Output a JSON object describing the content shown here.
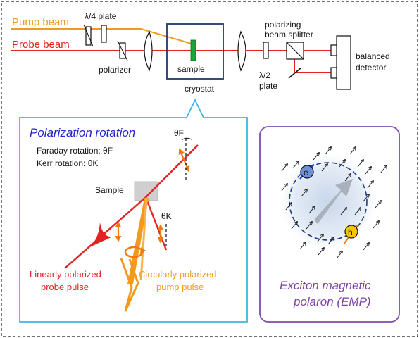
{
  "setup": {
    "pump_label": "Pump beam",
    "probe_label": "Probe beam",
    "quarter_wave_label": "λ/4 plate",
    "polarizer_label": "polarizer",
    "sample_label": "sample",
    "cryostat_label": "cryostat",
    "pbs_label_line1": "polarizing",
    "pbs_label_line2": "beam splitter",
    "half_wave_label_line1": "λ/2",
    "half_wave_label_line2": "plate",
    "detector_label_line1": "balanced",
    "detector_label_line2": "detector"
  },
  "rotation": {
    "title": "Polarization rotation",
    "faraday_text": "Faraday rotation: θF",
    "kerr_text": "Kerr rotation: θK",
    "theta_f_label": "θF",
    "theta_k_label": "θK",
    "sample_label": "Sample",
    "probe_pulse_line1": "Linearly polarized",
    "probe_pulse_line2": "probe pulse",
    "pump_pulse_line1": "Circularly polarized",
    "pump_pulse_line2": "pump pulse"
  },
  "emp": {
    "electron_label": "e",
    "hole_label": "h",
    "caption_line1": "Exciton magnetic",
    "caption_line2": "polaron (EMP)"
  },
  "colors": {
    "pump": "#f39a1e",
    "probe": "#e32222",
    "title_blue": "#1f1fd0",
    "callout_border": "#3fb5e6",
    "sample_green": "#1aa53a",
    "emp_border": "#7b4bb0",
    "emp_caption": "#7b3fa8"
  }
}
